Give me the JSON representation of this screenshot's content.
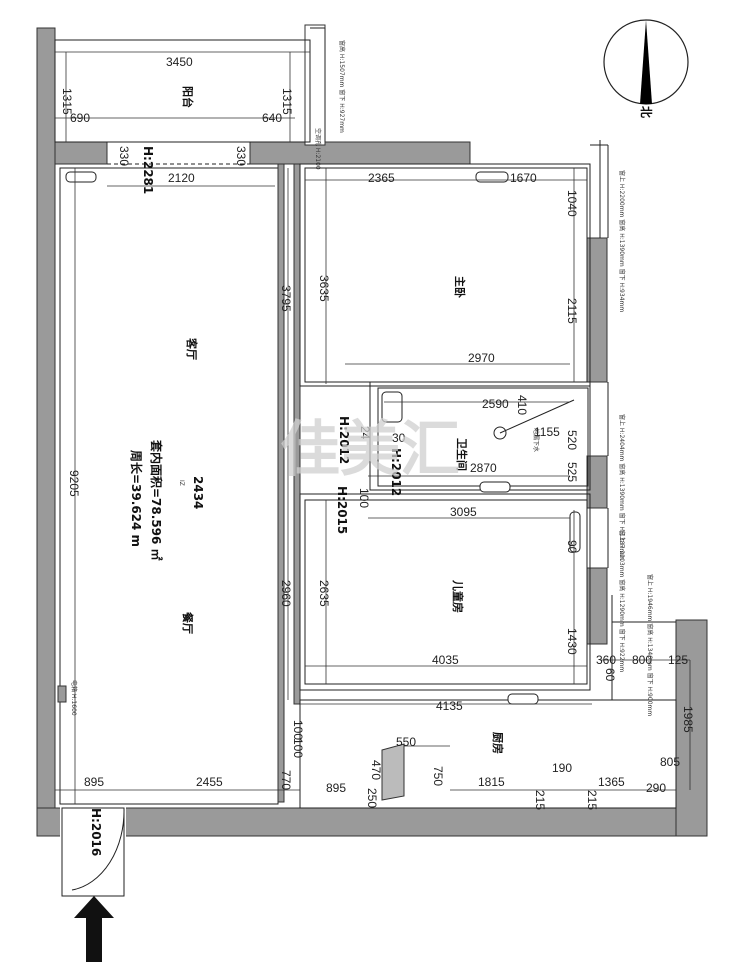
{
  "compass": {
    "label": "北"
  },
  "rooms": {
    "balcony": "阳台",
    "living": "客厅",
    "dining": "餐厅",
    "master_bedroom": "主卧",
    "bathroom": "卫生间",
    "child_bedroom": "儿童房",
    "kitchen": "厨房"
  },
  "summary": {
    "code": "2434",
    "code_note": "IZ",
    "area": "套内面积=78.596 ㎡",
    "perimeter": "周长=39.624 m"
  },
  "heights": {
    "h1": "H:2281",
    "h2": "H:2012",
    "h3": "H:2012",
    "h4": "H:2015",
    "h5": "H:2016"
  },
  "dimensions": {
    "d3450": "3450",
    "d1315a": "1315",
    "d1315b": "1315",
    "d690": "690",
    "d640": "640",
    "d330a": "330",
    "d330b": "330",
    "d2120": "2120",
    "d2365": "2365",
    "d1670": "1670",
    "d1040": "1040",
    "d3795": "3795",
    "d3635": "3635",
    "d2115": "2115",
    "d2970": "2970",
    "d2590": "2590",
    "d410": "410",
    "d1155": "1155",
    "d520": "520",
    "d24": "24",
    "d30": "30",
    "d2870": "2870",
    "d525": "525",
    "d100a": "100",
    "d3095": "3095",
    "d90": "90",
    "d9205": "9205",
    "d2960": "2960",
    "d2635": "2635",
    "d1430": "1430",
    "d4035": "4035",
    "d360": "360",
    "d800": "800",
    "d125": "125",
    "d60": "60",
    "d4135": "4135",
    "d100b": "100",
    "d1985": "1985",
    "d550": "550",
    "d470": "470",
    "d750": "750",
    "d1815": "1815",
    "d190": "190",
    "d805": "805",
    "d100c": "100",
    "d895a": "895",
    "d2455": "2455",
    "d770": "770",
    "d895b": "895",
    "d250": "250",
    "d215a": "215",
    "d215b": "215",
    "d1365": "1365",
    "d290": "290"
  },
  "notes": {
    "win_balcony": "窗高 H:1507mm 窗下 H:927mm",
    "win_master": "窗上 H:2200mm 窗高 H:1390mm 窗下 H:934mm",
    "win_bath": "窗上 H:2404mm 窗高 H:1390mm 窗下 H:1387mm",
    "win_child": "窗上 H:2203mm 窗高 H:1290mm 窗下 H:922mm",
    "win_kitchen": "窗上 H:1946mm 窗高 H:1346mm 窗下 H:900mm",
    "ac_hole": "空调孔 H:2100",
    "bath_note": "地漏下水",
    "panel_note": "电箱 H:1600"
  },
  "watermark": {
    "text": "佳美汇"
  }
}
